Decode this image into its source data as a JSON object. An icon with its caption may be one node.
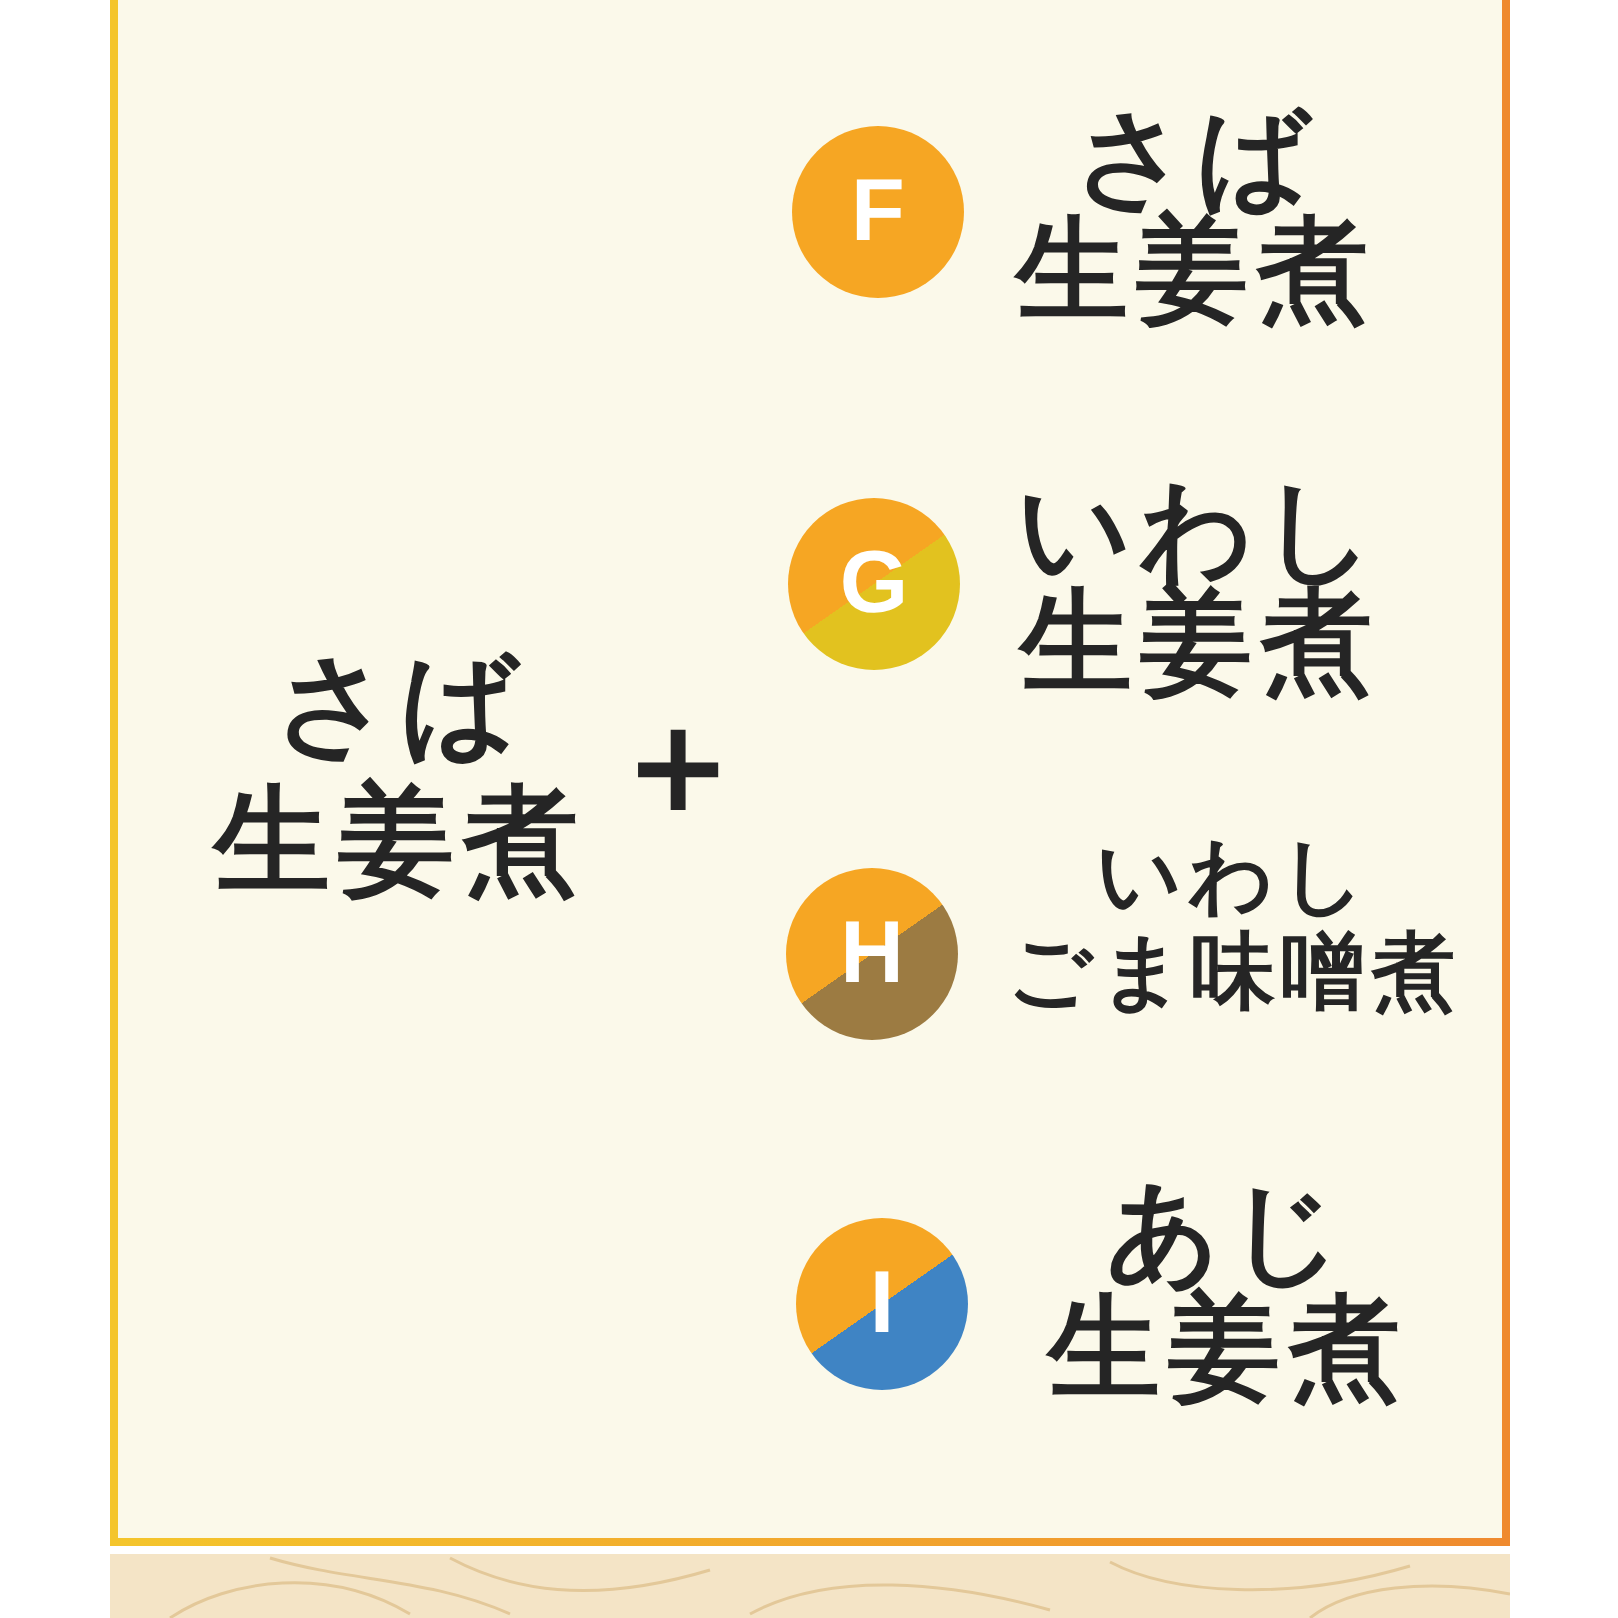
{
  "diagram": {
    "nodes": [
      {
        "text": [
          "F"
        ],
        "beside": [
          "さば生姜煮"
        ]
      },
      {
        "text": [
          "G"
        ],
        "beside": [
          "いわし生姜煮"
        ]
      },
      {
        "text": [
          "H"
        ],
        "beside": [
          "いわしごま味噌煮"
        ]
      },
      {
        "text": [
          "I"
        ],
        "beside": [
          "あじ生姜煮"
        ]
      }
    ],
    "labels": [
      "さば生姜煮",
      "+"
    ]
  }
}
